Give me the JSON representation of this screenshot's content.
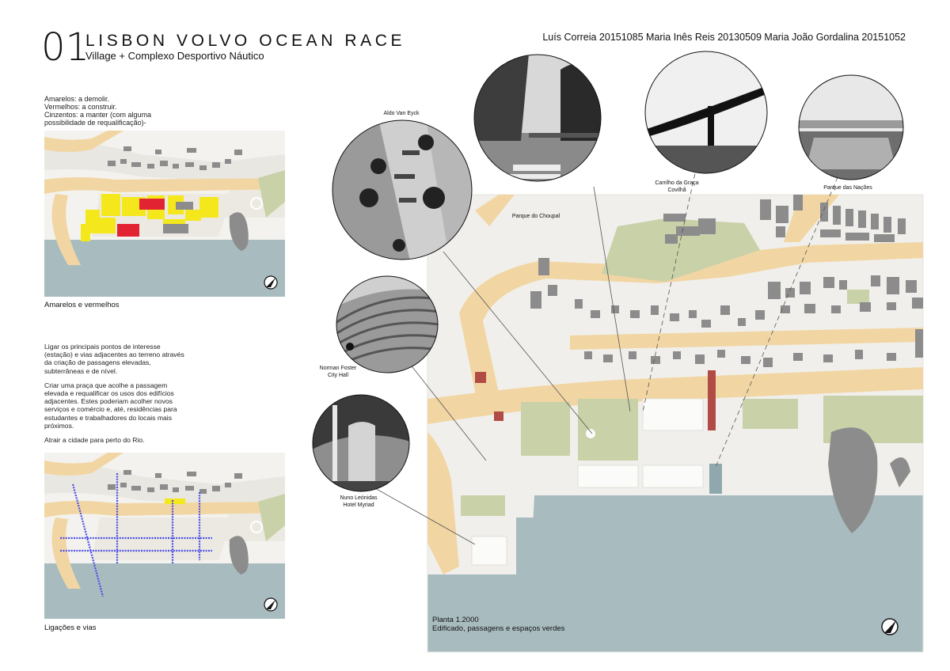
{
  "header": {
    "number": "01",
    "title": "LISBON VOLVO OCEAN RACE",
    "subtitle": "Village + Complexo Desportivo Náutico",
    "authors": "Luís Correia 20151085  Maria Inês Reis 20130509  Maria João Gordalina 20151052"
  },
  "legend": {
    "line1": "Amarelos: a demolir.",
    "line2": "Vermelhos: a construir.",
    "line3": "Cinzentos: a manter (com alguma",
    "line4": "possibilidade de requalificação)-"
  },
  "map1": {
    "caption": "Amarelos e vermelhos"
  },
  "text": {
    "p1": "Ligar os principais pontos de interesse (estação) e vias adjacentes ao terreno através da criação de passagens elevadas, subterrâneas e de nível.",
    "p2": "Criar uma praça que acolhe a passagem elevada e requalificar os usos dos edifícios adjacentes. Estes poderiam acolher novos serviços e comércio e, até, residências para estudantes e trabalhadores do locais mais próximos.",
    "p3": "Atrair a cidade para perto do Rio."
  },
  "map2": {
    "caption": "Ligações e vias"
  },
  "references": {
    "aldo": "Aldo Van Eyck",
    "choupal": "Parque do Choupal",
    "carrilho_1": "Carrilho da Graça",
    "carrilho_2": "Covilhã",
    "nacoes": "Parque das Nações",
    "foster_1": "Norman Foster",
    "foster_2": "City Hall",
    "nuno_1": "Nuno Leónidas",
    "nuno_2": "Hotel Myriad"
  },
  "plan": {
    "caption_1": "Planta 1.2000",
    "caption_2": "Edificado, passagens e espaços verdes"
  },
  "colors": {
    "water": "#a8bcc0",
    "sand": "#f1d6a3",
    "green": "#c9d1a8",
    "building": "#8c8c8c",
    "demolish": "#f4e81c",
    "construct": "#e22432",
    "path": "#4a4ee6",
    "bridge": "#b04b45"
  }
}
